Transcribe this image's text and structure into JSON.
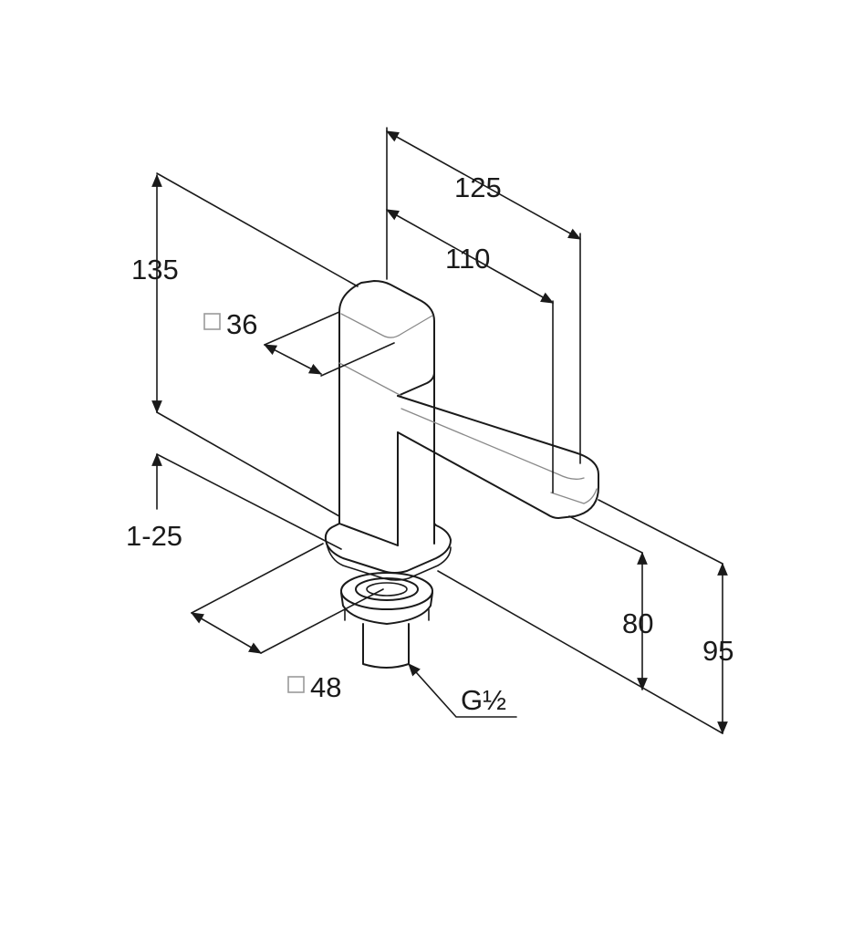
{
  "dimensions": {
    "width_125": "125",
    "width_110": "110",
    "height_135": "135",
    "square_36": "36",
    "range_1_25": "1-25",
    "height_80": "80",
    "height_95": "95",
    "square_48": "48",
    "thread": "G½"
  },
  "colors": {
    "line": "#1a1a1a",
    "square_symbol": "#9a9a9a",
    "background": "#ffffff"
  }
}
